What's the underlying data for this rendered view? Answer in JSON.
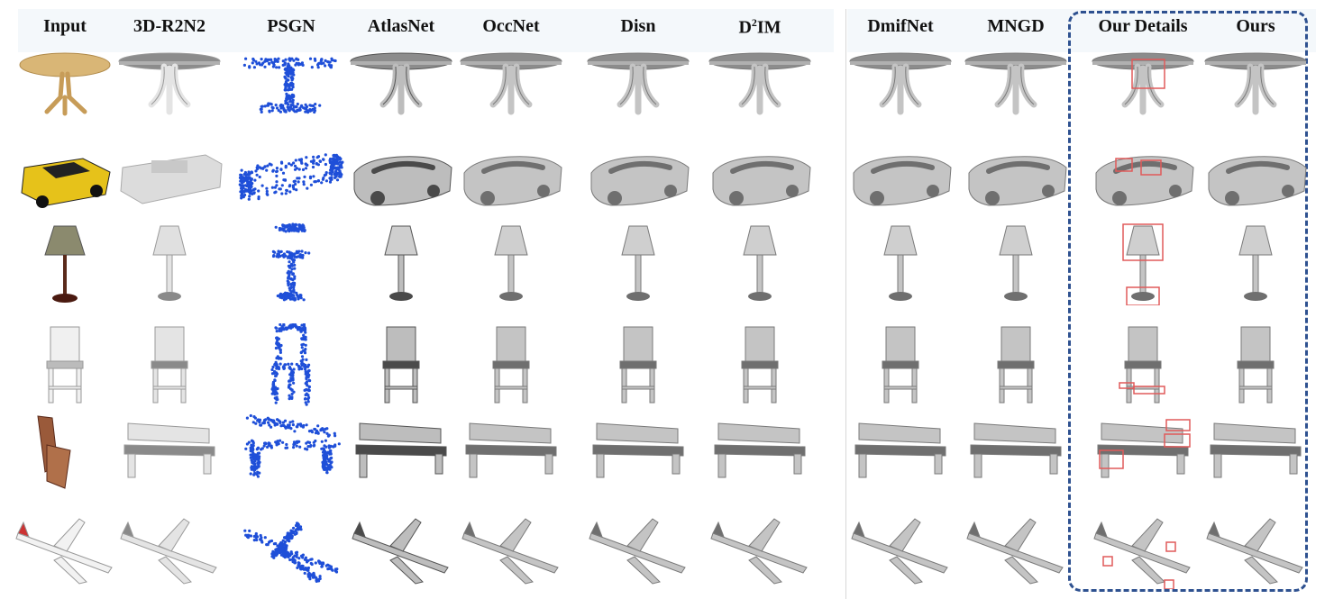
{
  "columns": [
    {
      "label": "Input"
    },
    {
      "label": "3D-R2N2"
    },
    {
      "label": "PSGN"
    },
    {
      "label": "AtlasNet"
    },
    {
      "label": "OccNet"
    },
    {
      "label": "Disn"
    },
    {
      "label_prefix": "D",
      "label_sup": "2",
      "label_suffix": "IM"
    },
    {
      "label": "DmifNet"
    },
    {
      "label": "MNGD"
    },
    {
      "label": "Our Details"
    },
    {
      "label": "Ours"
    }
  ],
  "rows": [
    {
      "object": "table"
    },
    {
      "object": "car"
    },
    {
      "object": "lamp"
    },
    {
      "object": "chair"
    },
    {
      "object": "bench"
    },
    {
      "object": "airplane"
    }
  ],
  "colors": {
    "header_band": "#f4f8fb",
    "ours_box": "#2e5190",
    "point_cloud": "#1f4fd8",
    "detail_box": "#e05a5a",
    "mesh_dark": "#777777",
    "mesh_light": "#c9c9c9"
  }
}
